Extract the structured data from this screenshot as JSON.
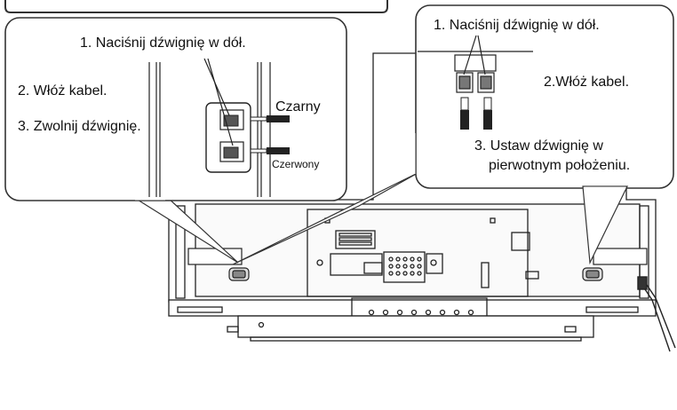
{
  "left_callout": {
    "step1": "1. Naciśnij dźwignię w dół.",
    "step2": "2. Włóż kabel.",
    "step3": "3. Zwolnij dźwignię.",
    "wire_black": "Czarny",
    "wire_red": "Czerwony"
  },
  "right_callout": {
    "step1": "1. Naciśnij dźwignię w dół.",
    "step2": "2.Włóż kabel.",
    "step3_line1": "3.  Ustaw dźwignię w",
    "step3_line2": "pierwotnym położeniu."
  }
}
